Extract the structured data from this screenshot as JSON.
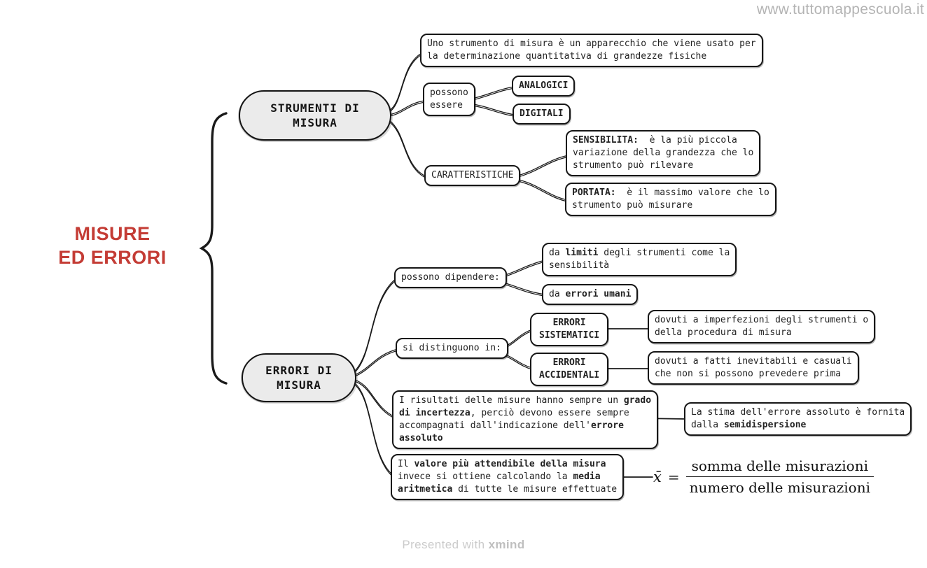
{
  "colors": {
    "title": "#c43c35",
    "node_fill": "#ebebeb",
    "line": "#1a1a1a",
    "watermark": "#b4b4b4",
    "footer": "#cbcbcb"
  },
  "watermark": "www.tuttomappescuola.it",
  "footer": {
    "prefix": "Presented with ",
    "brand": "xmind"
  },
  "title": "MISURE\nED ERRORI",
  "strumenti": {
    "topic": "STRUMENTI DI\nMISURA",
    "definition": "Uno strumento di misura è un apparecchio che viene usato per\nla determinazione quantitativa di grandezze fisiche",
    "possono_essere": {
      "label": "possono\nessere",
      "analogici": "ANALOGICI",
      "digitali": "DIGITALI"
    },
    "caratteristiche": {
      "label": "CARATTERISTICHE",
      "sensibilita": [
        {
          "t": "SENSIBILITA:",
          "b": true
        },
        {
          "t": "  è la più piccola\nvariazione della grandezza che lo\nstrumento può rilevare",
          "b": false
        }
      ],
      "portata": [
        {
          "t": "PORTATA:",
          "b": true
        },
        {
          "t": "  è il massimo valore che lo\nstrumento può misurare",
          "b": false
        }
      ]
    }
  },
  "errori": {
    "topic": "ERRORI DI\nMISURA",
    "dipendere": {
      "label": "possono dipendere:",
      "limiti": [
        {
          "t": "da ",
          "b": false
        },
        {
          "t": "limiti",
          "b": true
        },
        {
          "t": " degli strumenti come la\nsensibilità",
          "b": false
        }
      ],
      "umani": [
        {
          "t": "da ",
          "b": false
        },
        {
          "t": "errori umani",
          "b": true
        }
      ]
    },
    "distinguono": {
      "label": "si distinguono in:",
      "sistematici": {
        "label": "ERRORI\nSISTEMATICI",
        "desc": "dovuti a imperfezioni degli strumenti o\ndella procedura di misura"
      },
      "accidentali": {
        "label": "ERRORI\nACCIDENTALI",
        "desc": "dovuti a fatti inevitabili e casuali\nche non si possono prevedere prima"
      }
    },
    "incertezza": {
      "text": [
        {
          "t": "I risultati delle misure hanno sempre un ",
          "b": false
        },
        {
          "t": "grado\ndi incertezza",
          "b": true
        },
        {
          "t": ", perciò devono essere sempre\naccompagnati dall'indicazione dell'",
          "b": false
        },
        {
          "t": "errore\nassoluto",
          "b": true
        }
      ],
      "stima": [
        {
          "t": "La stima dell'errore assoluto è fornita\ndalla ",
          "b": false
        },
        {
          "t": "semidispersione",
          "b": true
        }
      ]
    },
    "media": {
      "text": [
        {
          "t": "Il ",
          "b": false
        },
        {
          "t": "valore più attendibile della misura",
          "b": true
        },
        {
          "t": "\ninvece si ottiene calcolando la ",
          "b": false
        },
        {
          "t": "media\naritmetica",
          "b": true
        },
        {
          "t": " di tutte le misure effettuate",
          "b": false
        }
      ],
      "formula": {
        "lhs": "x̄",
        "eq": "=",
        "num": "somma delle misurazioni",
        "den": "numero delle misurazioni"
      }
    }
  }
}
